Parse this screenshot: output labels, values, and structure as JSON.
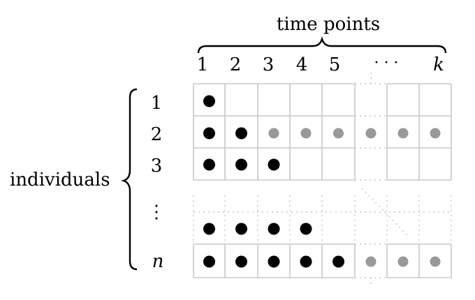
{
  "labels": {
    "time_axis": "time points",
    "individuals_axis": "individuals",
    "columns": [
      "1",
      "2",
      "3",
      "4",
      "5",
      "· · ·",
      "k"
    ],
    "rows": [
      "1",
      "2",
      "3",
      "⋮",
      "n"
    ]
  },
  "colors": {
    "observed": "#000000",
    "missing": "#999999",
    "grid": "#c8c8c8"
  },
  "dots": {
    "row_1": [
      "observed"
    ],
    "row_2": [
      "observed",
      "observed",
      "missing",
      "missing",
      "missing",
      "missing",
      "missing",
      "missing"
    ],
    "row_3": [
      "observed",
      "observed",
      "observed"
    ],
    "row_ellipsis": [
      "observed",
      "observed",
      "observed",
      "observed"
    ],
    "row_n": [
      "observed",
      "observed",
      "observed",
      "observed",
      "observed",
      "missing",
      "missing",
      "missing"
    ]
  }
}
